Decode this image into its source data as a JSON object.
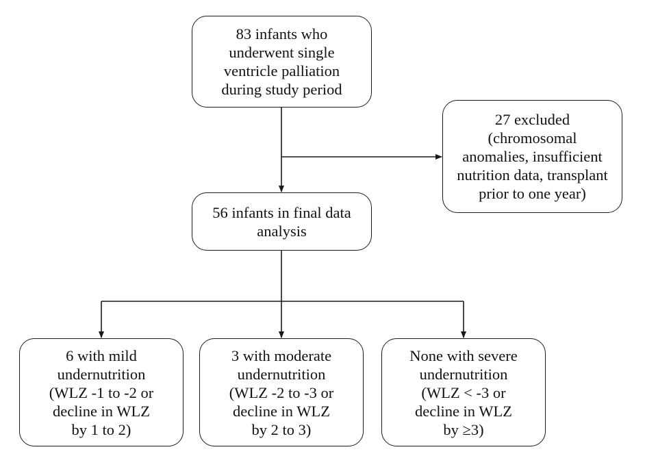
{
  "flowchart": {
    "nodes": {
      "start": {
        "text": "83 infants who\nunderwent single\nventricle palliation\nduring study period"
      },
      "excluded": {
        "text": "27 excluded\n(chromosomal\nanomalies, insufficient\nnutrition data, transplant\nprior to one year)"
      },
      "final": {
        "text": "56 infants in final data\nanalysis"
      },
      "mild": {
        "text": "6 with mild\nundernutrition\n(WLZ -1 to -2 or\ndecline in WLZ\nby 1 to 2)"
      },
      "moderate": {
        "text": "3 with moderate\nundernutrition\n(WLZ -2 to -3 or\ndecline in WLZ\nby 2 to 3)"
      },
      "severe": {
        "text": "None with severe\nundernutrition\n(WLZ < -3 or\ndecline in WLZ\nby ≥3)"
      }
    },
    "edges": [
      {
        "from": "start",
        "to": "final"
      },
      {
        "from": "start",
        "to": "excluded"
      },
      {
        "from": "final",
        "to": "mild"
      },
      {
        "from": "final",
        "to": "moderate"
      },
      {
        "from": "final",
        "to": "severe"
      }
    ],
    "colors": {
      "stroke": "#1a1a1a",
      "background": "#ffffff",
      "text": "#111111"
    }
  }
}
